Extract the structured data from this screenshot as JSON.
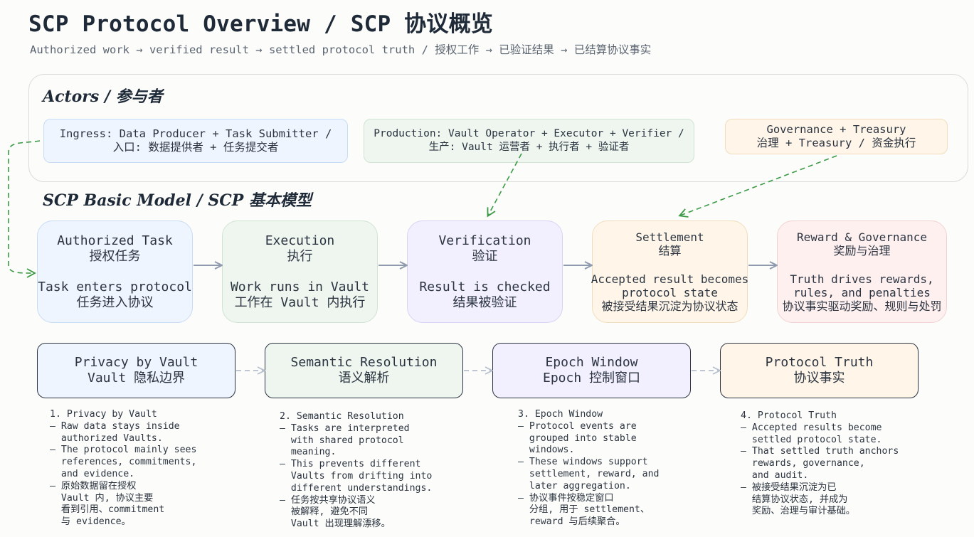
{
  "header": {
    "title": "SCP Protocol Overview / SCP 协议概览",
    "subtitle": "Authorized work → verified result → settled protocol truth / 授权工作 → 已验证结果 → 已结算协议事实"
  },
  "actors": {
    "title": "Actors / 参与者",
    "ingress": {
      "line1": "Ingress: Data Producer + Task Submitter /",
      "line2": "入口: 数据提供者 + 任务提交者"
    },
    "production": {
      "line1": "Production: Vault Operator + Executor + Verifier /",
      "line2": "生产: Vault 运营者 + 执行者 + 验证者"
    },
    "governance": {
      "line1": "Governance + Treasury",
      "line2": "治理 + Treasury / 资金执行"
    }
  },
  "model": {
    "title": "SCP Basic Model / SCP 基本模型",
    "stages": [
      {
        "name_en": "Authorized Task",
        "name_zh": "授权任务",
        "desc_en": "Task enters protocol",
        "desc_zh": "任务进入协议"
      },
      {
        "name_en": "Execution",
        "name_zh": "执行",
        "desc_en": "Work runs in Vault",
        "desc_zh": "工作在 Vault 内执行"
      },
      {
        "name_en": "Verification",
        "name_zh": "验证",
        "desc_en": "Result is checked",
        "desc_zh": "结果被验证"
      },
      {
        "name_en": "Settlement",
        "name_zh": "结算",
        "desc_en1": "Accepted result becomes",
        "desc_en2": "protocol state",
        "desc_zh": "被接受结果沉淀为协议状态"
      },
      {
        "name_en": "Reward & Governance",
        "name_zh": "奖励与治理",
        "desc_en1": "Truth drives rewards,",
        "desc_en2": "rules, and penalties",
        "desc_zh": "协议事实驱动奖励、规则与处罚"
      }
    ]
  },
  "pillars": [
    {
      "name_en": "Privacy by Vault",
      "name_zh": "Vault 隐私边界",
      "notes": "1. Privacy by Vault\n– Raw data stays inside\n  authorized Vaults.\n– The protocol mainly sees\n  references, commitments,\n  and evidence.\n– 原始数据留在授权\n  Vault 内, 协议主要\n  看到引用、commitment\n  与 evidence。"
    },
    {
      "name_en": "Semantic Resolution",
      "name_zh": "语义解析",
      "notes": "2. Semantic Resolution\n– Tasks are interpreted\n  with shared protocol\n  meaning.\n– This prevents different\n  Vaults from drifting into\n  different understandings.\n– 任务按共享协议语义\n  被解释, 避免不同\n  Vault 出现理解漂移。"
    },
    {
      "name_en": "Epoch Window",
      "name_zh": "Epoch 控制窗口",
      "notes": "3. Epoch Window\n– Protocol events are\n  grouped into stable\n  windows.\n– These windows support\n  settlement, reward, and\n  later aggregation.\n– 协议事件按稳定窗口\n  分组, 用于 settlement、\n  reward 与后续聚合。"
    },
    {
      "name_en": "Protocol Truth",
      "name_zh": "协议事实",
      "notes": "4. Protocol Truth\n– Accepted results become\n  settled protocol state.\n– That settled truth anchors\n  rewards, governance,\n  and audit.\n– 被接受结果沉淀为已\n  结算协议状态, 并成为\n  奖励、治理与审计基础。"
    }
  ],
  "colors": {
    "blue": "#eef5ff",
    "green": "#eef6ef",
    "purple": "#f2efff",
    "orange": "#fff6e9",
    "pink": "#fff0f0",
    "flow_arrow": "#8f9aae",
    "actor_arrow": "#3a9a45"
  }
}
